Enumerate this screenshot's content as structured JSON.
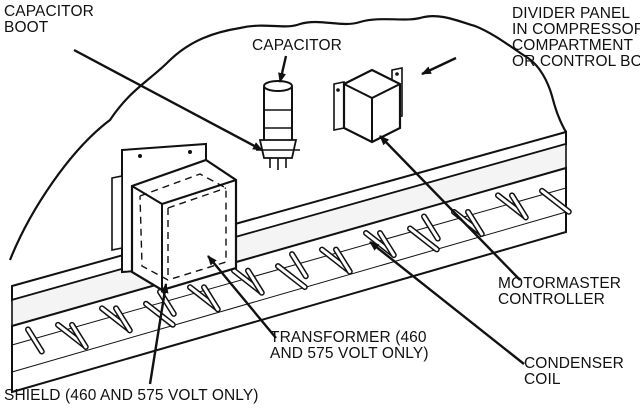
{
  "labels": {
    "capacitor_boot": [
      "CAPACITOR",
      "BOOT"
    ],
    "capacitor": "CAPACITOR",
    "divider_panel": [
      "DIVIDER PANEL",
      "IN COMPRESSOR",
      "COMPARTMENT",
      "OR CONTROL BOX"
    ],
    "motormaster": [
      "MOTORMASTER",
      "CONTROLLER"
    ],
    "transformer": [
      "TRANSFORMER (460",
      "AND 575 VOLT ONLY)"
    ],
    "condenser": [
      "CONDENSER",
      "COIL"
    ],
    "shield": "SHIELD (460 AND 575 VOLT ONLY)"
  },
  "colors": {
    "ink": "#111111",
    "paper": "#ffffff"
  }
}
